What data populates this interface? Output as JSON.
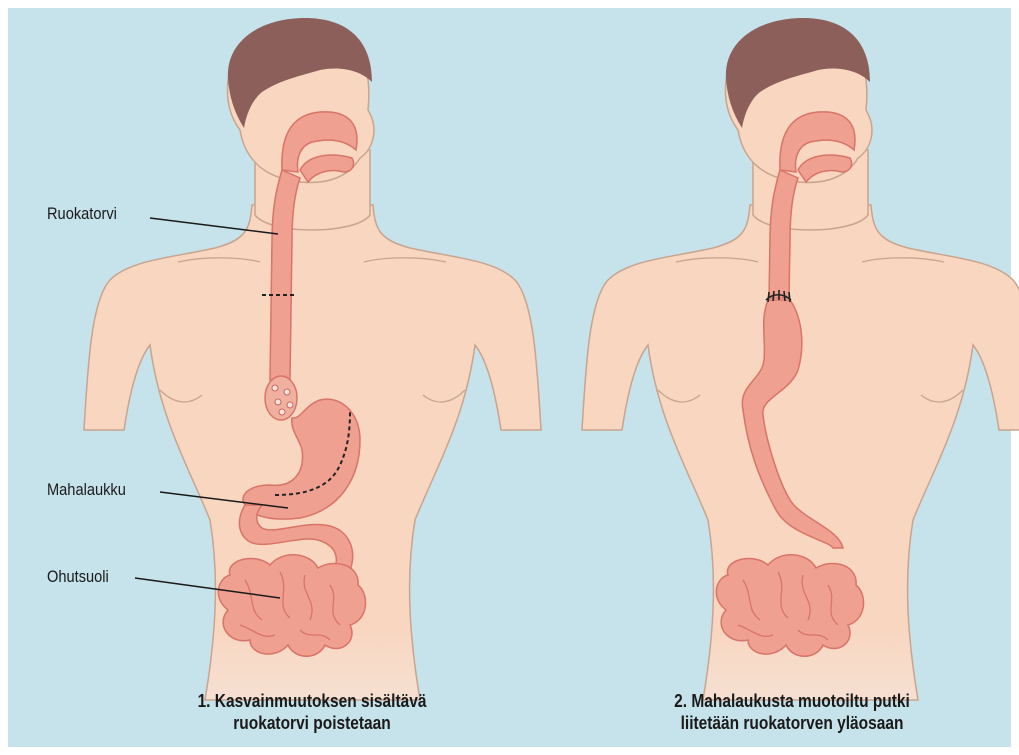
{
  "labels": {
    "esophagus": "Ruokatorvi",
    "stomach": "Mahalaukku",
    "small_intestine": "Ohutsuoli"
  },
  "captions": {
    "left_line1": "1. Kasvainmuutoksen sisältävä",
    "left_line2": "ruokatorvi poistetaan",
    "right_line1": "2. Mahalaukusta muotoiltu putki",
    "right_line2": "liitetään ruokatorven yläosaan"
  },
  "colors": {
    "background": "#c6e2ea",
    "skin": "#f8d6c0",
    "skin_line": "#c9a48e",
    "hair": "#8c5f5a",
    "organ_fill": "#f0a090",
    "organ_stroke": "#d8746a",
    "text": "#1a1a1a"
  }
}
